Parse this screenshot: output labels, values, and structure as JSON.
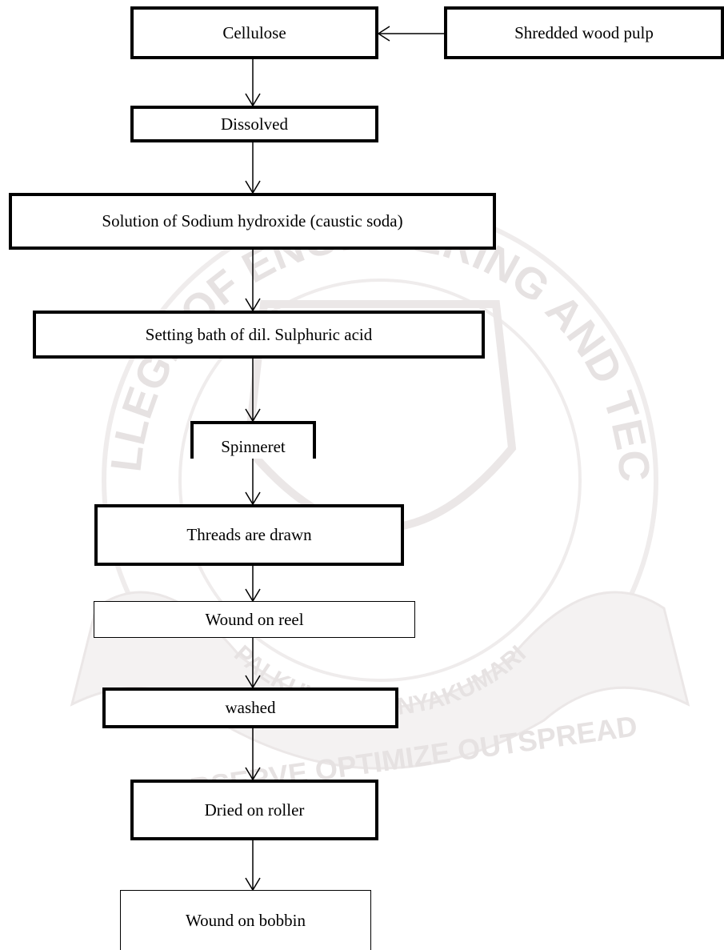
{
  "diagram": {
    "side_input": "Shredded wood pulp",
    "steps": [
      "Cellulose",
      "Dissolved",
      "Solution of Sodium hydroxide (caustic soda)",
      "Setting bath of dil. Sulphuric acid",
      "Spinneret",
      "Threads are drawn",
      "Wound on reel",
      "washed",
      "Dried on roller",
      "Wound on bobbin"
    ]
  },
  "watermark": {
    "arc_text": "ROHINI COLLEGE OF ENGINEERING AND TECHNOLOGY",
    "place_text": "PALKULAM, KANYAKUMARI",
    "motto": "OBSERVE OPTIMIZE OUTSPREAD"
  }
}
